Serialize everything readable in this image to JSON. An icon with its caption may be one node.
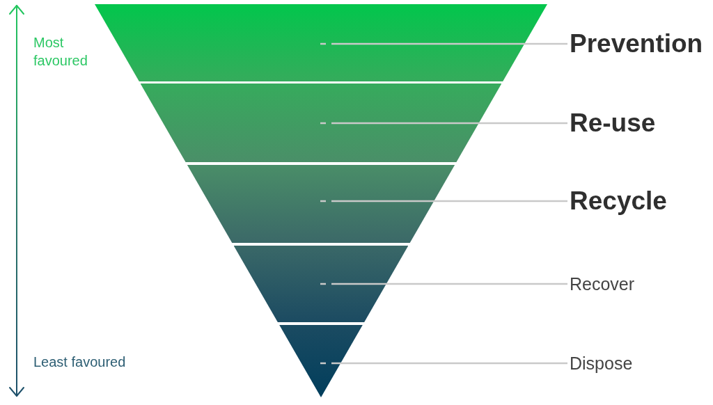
{
  "diagram": {
    "nodes": [
      {
        "text": [],
        "shape": "trapezoid"
      },
      {
        "text": [],
        "shape": "trapezoid"
      },
      {
        "text": [],
        "shape": "trapezoid"
      },
      {
        "text": [],
        "shape": "trapezoid"
      },
      {
        "text": [],
        "shape": "triangle"
      },
      {
        "text": [
          "Prevention"
        ]
      },
      {
        "text": [
          "Re-use"
        ]
      },
      {
        "text": [
          "Recycle"
        ]
      },
      {
        "text": [
          "Recover"
        ]
      },
      {
        "text": [
          "Dispose"
        ]
      }
    ],
    "edges": [
      {
        "from": 5,
        "to": 0,
        "arrow": "none"
      },
      {
        "from": 6,
        "to": 1,
        "arrow": "none"
      },
      {
        "from": 7,
        "to": 2,
        "arrow": "none"
      },
      {
        "from": 8,
        "to": 3,
        "arrow": "none"
      },
      {
        "from": 9,
        "to": 4,
        "arrow": "none"
      }
    ],
    "labels": [
      "Most favoured",
      "Least favoured"
    ]
  }
}
